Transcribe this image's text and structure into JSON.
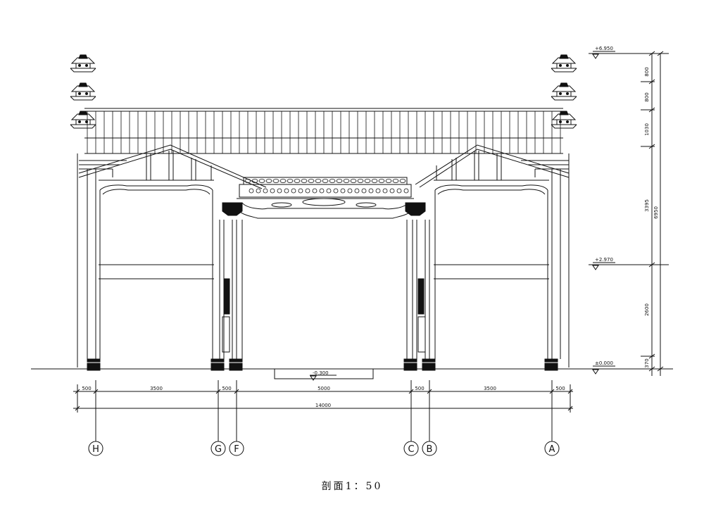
{
  "caption": "剖面1：50",
  "elevations": {
    "top": "+6.950",
    "mid": "+2.970",
    "zero": "±0.000",
    "pit": "-0.300"
  },
  "vertical_dims": {
    "d1": "800",
    "d2": "800",
    "d3": "1030",
    "d4": "3395",
    "d5": "2600",
    "d6": "370",
    "total": "6950"
  },
  "horizontal_dims": {
    "s1": "500",
    "s2": "3500",
    "s3": "500",
    "s4": "5000",
    "s5": "500",
    "s6": "3500",
    "s7": "500",
    "total": "14000"
  },
  "axes": {
    "H": "H",
    "G": "G",
    "F": "F",
    "C": "C",
    "B": "B",
    "A": "A"
  }
}
